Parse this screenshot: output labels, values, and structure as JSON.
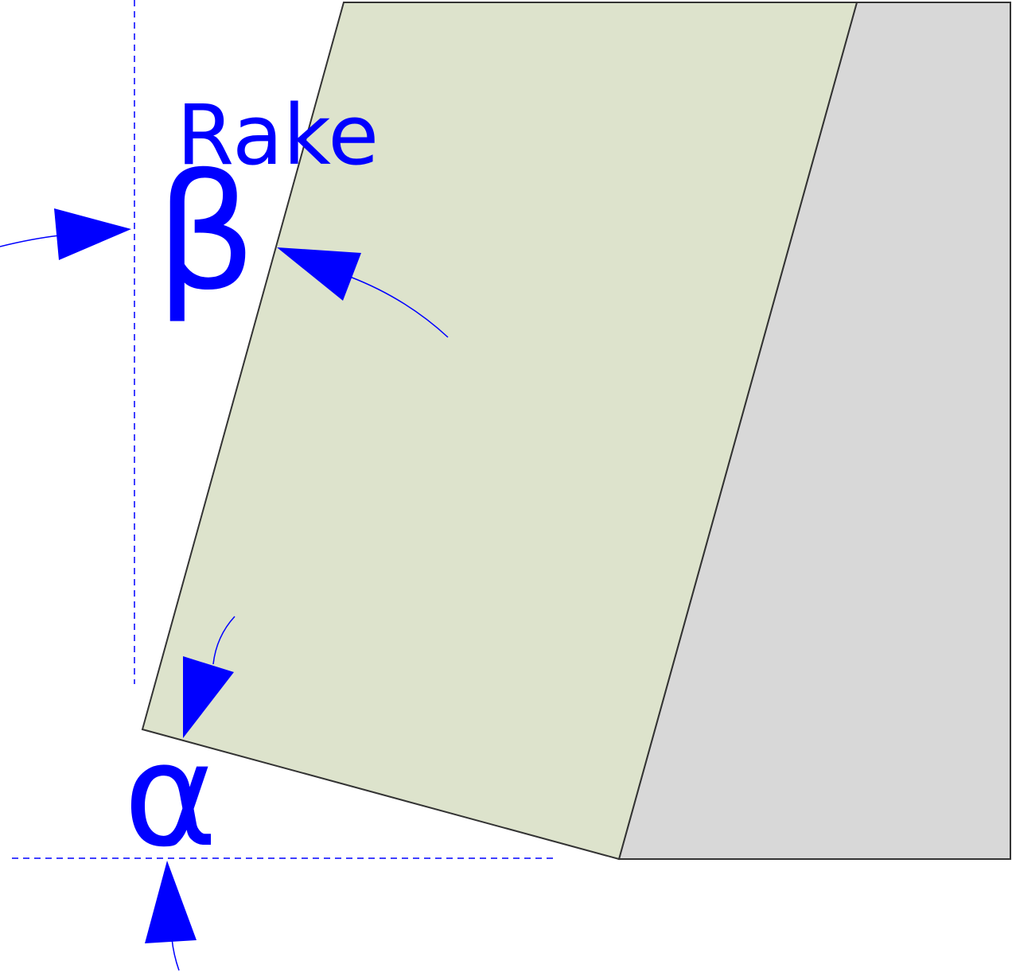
{
  "labels": {
    "rake": "Rake",
    "beta": "β",
    "alpha": "α"
  },
  "colors": {
    "annotation": "#0000ff",
    "tool_face": "#dde3cc",
    "body": "#d8d8d8",
    "outline": "#333333"
  }
}
